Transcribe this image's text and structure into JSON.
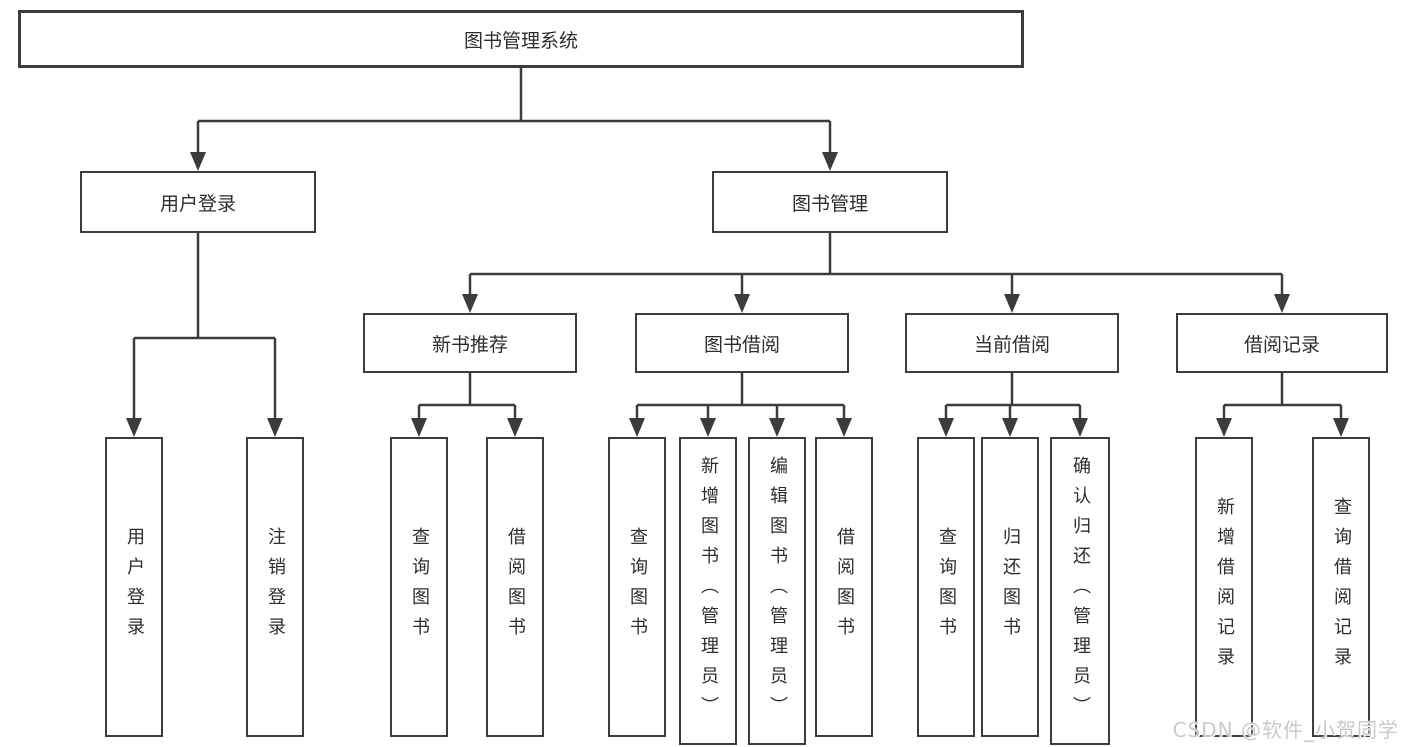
{
  "watermark": "CSDN @软件_小贺同学",
  "colors": {
    "line": "#3c3c3c",
    "box_border": "#3c3c3c",
    "text": "#2d2d2d",
    "watermark": "#c9c9c9",
    "background": "#ffffff"
  },
  "nodes": {
    "root": "图书管理系统",
    "user_login": "用户登录",
    "book_management": "图书管理",
    "new_book_recommend": "新书推荐",
    "book_borrowing": "图书借阅",
    "current_borrowing": "当前借阅",
    "borrowing_records": "借阅记录",
    "leaf_user_login": "用户登录",
    "leaf_logout": "注销登录",
    "leaf_nb_query_books": "查询图书",
    "leaf_nb_borrow_books": "借阅图书",
    "leaf_bb_query_books": "查询图书",
    "leaf_bb_add_books_admin": "新增图书（管理员）",
    "leaf_bb_edit_books_admin": "编辑图书（管理员）",
    "leaf_bb_borrow_books": "借阅图书",
    "leaf_cb_query_books": "查询图书",
    "leaf_cb_return_books": "归还图书",
    "leaf_cb_confirm_return_admin": "确认归还（管理员）",
    "leaf_br_add_record": "新增借阅记录",
    "leaf_br_query_record": "查询借阅记录"
  }
}
